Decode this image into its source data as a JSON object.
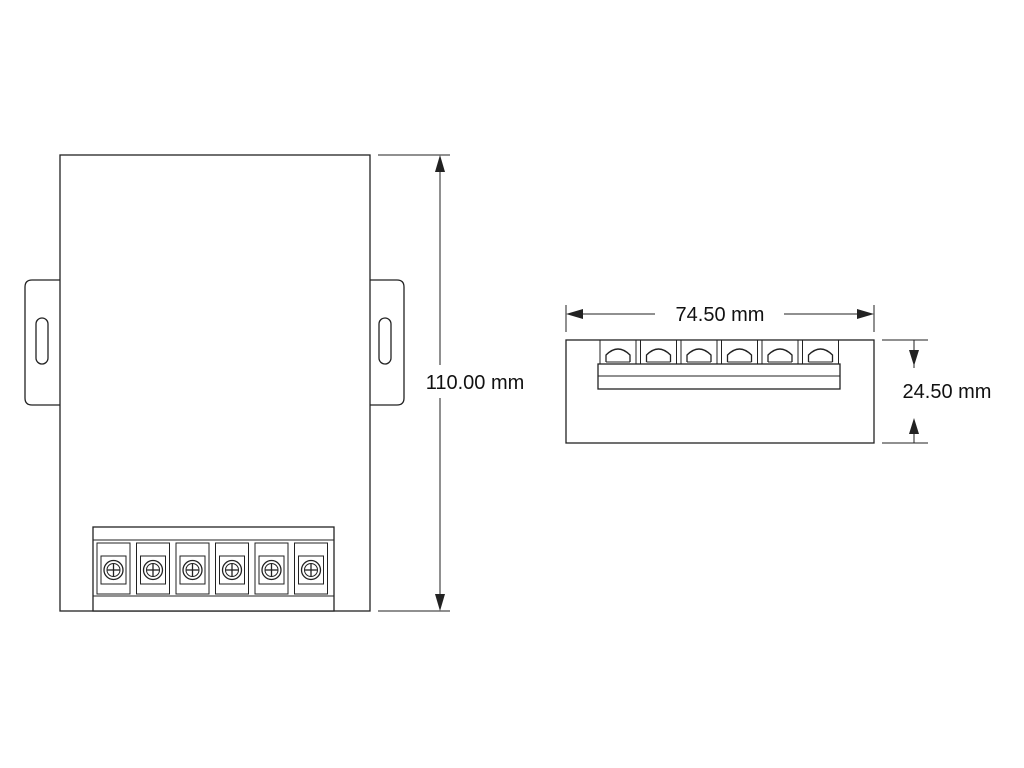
{
  "dimensions": {
    "height": "110.00 mm",
    "width": "74.50 mm",
    "depth": "24.50 mm"
  },
  "front_view": {
    "terminal_count": 6
  },
  "side_view": {
    "terminal_count": 6
  }
}
